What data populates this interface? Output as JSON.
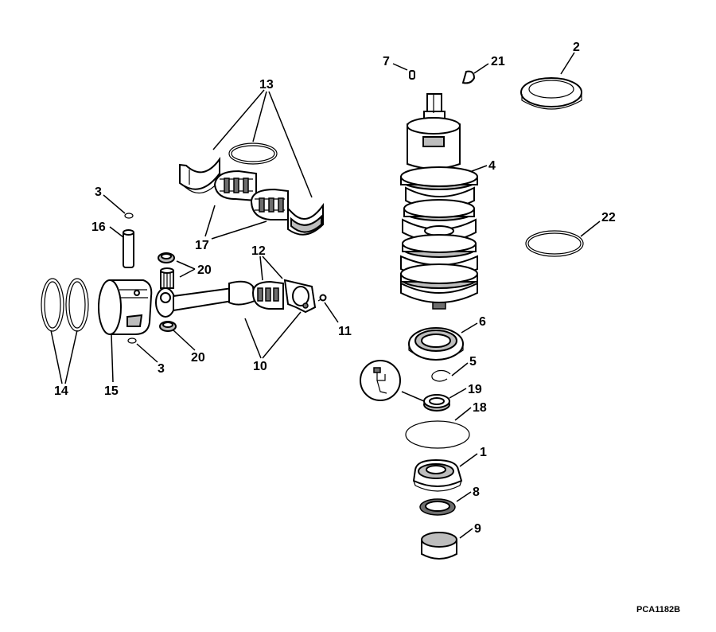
{
  "drawing_code": "PCA1182B",
  "callouts": {
    "c1": "1",
    "c2": "2",
    "c3a": "3",
    "c3b": "3",
    "c4": "4",
    "c5": "5",
    "c6": "6",
    "c7": "7",
    "c8": "8",
    "c9": "9",
    "c10": "10",
    "c11": "11",
    "c12": "12",
    "c13": "13",
    "c14": "14",
    "c15": "15",
    "c16": "16",
    "c17": "17",
    "c18": "18",
    "c19": "19",
    "c20a": "20",
    "c20b": "20",
    "c21": "21",
    "c22": "22"
  }
}
